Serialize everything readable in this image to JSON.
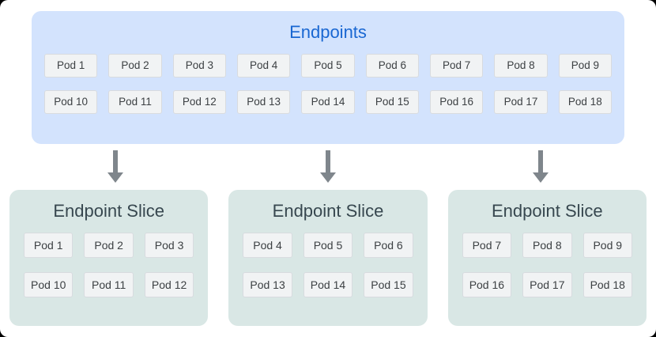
{
  "endpoints": {
    "title": "Endpoints",
    "pods": [
      "Pod 1",
      "Pod 2",
      "Pod 3",
      "Pod 4",
      "Pod 5",
      "Pod 6",
      "Pod 7",
      "Pod 8",
      "Pod 9",
      "Pod 10",
      "Pod 11",
      "Pod 12",
      "Pod 13",
      "Pod 14",
      "Pod 15",
      "Pod 16",
      "Pod 17",
      "Pod 18"
    ]
  },
  "slices": [
    {
      "title": "Endpoint Slice",
      "pods": [
        "Pod 1",
        "Pod 2",
        "Pod 3",
        "Pod 10",
        "Pod 11",
        "Pod 12"
      ]
    },
    {
      "title": "Endpoint Slice",
      "pods": [
        "Pod 4",
        "Pod 5",
        "Pod 6",
        "Pod 13",
        "Pod 14",
        "Pod 15"
      ]
    },
    {
      "title": "Endpoint Slice",
      "pods": [
        "Pod 7",
        "Pod 8",
        "Pod 9",
        "Pod 16",
        "Pod 17",
        "Pod 18"
      ]
    }
  ],
  "colors": {
    "endpoints_bg": "#d3e3fd",
    "endpoints_title": "#1967d2",
    "slice_bg": "#d9e7e5",
    "slice_title": "#37474f",
    "pod_bg": "#f1f3f4",
    "pod_border": "#d8dbdf",
    "pod_text": "#3c4043",
    "arrow": "#7f868c"
  }
}
